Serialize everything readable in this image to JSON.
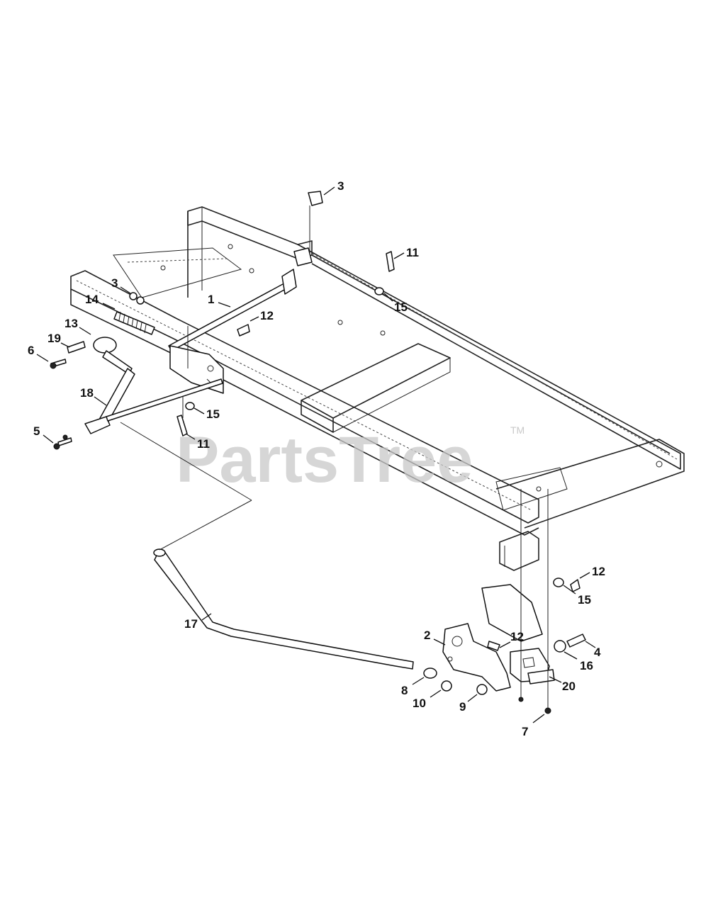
{
  "watermark": {
    "text": "PartsTree",
    "trademark": "TM"
  },
  "callouts": [
    {
      "id": "c3a",
      "label": "3"
    },
    {
      "id": "c11a",
      "label": "11"
    },
    {
      "id": "c15a",
      "label": "15"
    },
    {
      "id": "c1",
      "label": "1"
    },
    {
      "id": "c12a",
      "label": "12"
    },
    {
      "id": "c3b",
      "label": "3"
    },
    {
      "id": "c14",
      "label": "14"
    },
    {
      "id": "c13",
      "label": "13"
    },
    {
      "id": "c19",
      "label": "19"
    },
    {
      "id": "c6",
      "label": "6"
    },
    {
      "id": "c18",
      "label": "18"
    },
    {
      "id": "c15b",
      "label": "15"
    },
    {
      "id": "c5",
      "label": "5"
    },
    {
      "id": "c11b",
      "label": "11"
    },
    {
      "id": "c12b",
      "label": "12"
    },
    {
      "id": "c15c",
      "label": "15"
    },
    {
      "id": "c17",
      "label": "17"
    },
    {
      "id": "c2",
      "label": "2"
    },
    {
      "id": "c12c",
      "label": "12"
    },
    {
      "id": "c4",
      "label": "4"
    },
    {
      "id": "c16",
      "label": "16"
    },
    {
      "id": "c20",
      "label": "20"
    },
    {
      "id": "c8",
      "label": "8"
    },
    {
      "id": "c10",
      "label": "10"
    },
    {
      "id": "c9",
      "label": "9"
    },
    {
      "id": "c7",
      "label": "7"
    }
  ]
}
